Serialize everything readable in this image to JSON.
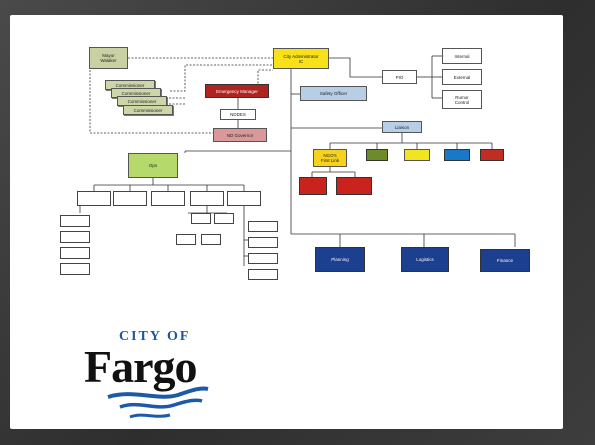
{
  "slide": {
    "logo": {
      "line1": "CITY OF",
      "line2": "Fargo",
      "wave_color": "#1c5aa8"
    }
  },
  "org_chart": {
    "nodes": {
      "mayor": "Mayor\nWalaker",
      "commissioner": "Commissioner",
      "city_admin": "City Administrator\nIC",
      "emergency_manager": "Emergency Manager",
      "safety_officer": "Safety Officer",
      "nddes": "NDDES",
      "nd_governor": "ND Governor",
      "pio": "PIO",
      "internal": "Internal",
      "external": "External",
      "rumor_control": "Rumor\nControl",
      "liaison": "Liaison",
      "ngos_first_link": "NGO's\nFirst Link",
      "ops": "Ops",
      "planning": "Planning",
      "logistics": "Logistics",
      "finance": "Finance"
    },
    "colors": {
      "mayor": "#c9d1a3",
      "commissioner": "#cdd6a8",
      "city_admin": "#f6e11a",
      "emergency_manager": "#b0241f",
      "safety_officer": "#b8cde6",
      "nd_governor": "#d9999b",
      "liaison": "#b8cde6",
      "ngos_first_link": "#f6d21c",
      "ops": "#b5d96a",
      "agency_green": "#6e8b2c",
      "agency_yellow": "#f0e51e",
      "agency_blue": "#1a78c8",
      "agency_red": "#c22d23",
      "ngo_red": "#c8231c",
      "section_blue": "#1c3f8f"
    }
  }
}
